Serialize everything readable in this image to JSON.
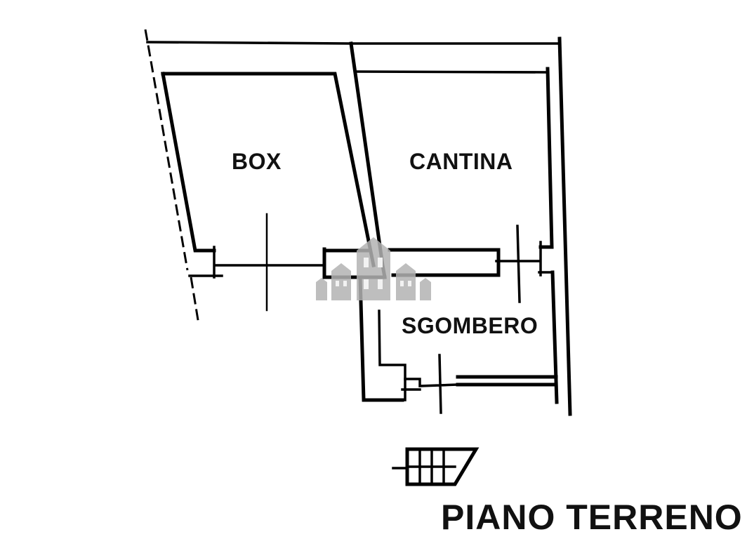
{
  "plan": {
    "title": "PIANO TERRENO",
    "rooms": [
      {
        "id": "box",
        "label": "BOX"
      },
      {
        "id": "cantina",
        "label": "CANTINA"
      },
      {
        "id": "sgombero",
        "label": "SGOMBERO"
      }
    ]
  },
  "watermark": {
    "icon": "houses-watermark-icon",
    "color": "#b3b3b3"
  },
  "colors": {
    "walls": "#000000",
    "background": "#ffffff",
    "text": "#111111"
  }
}
